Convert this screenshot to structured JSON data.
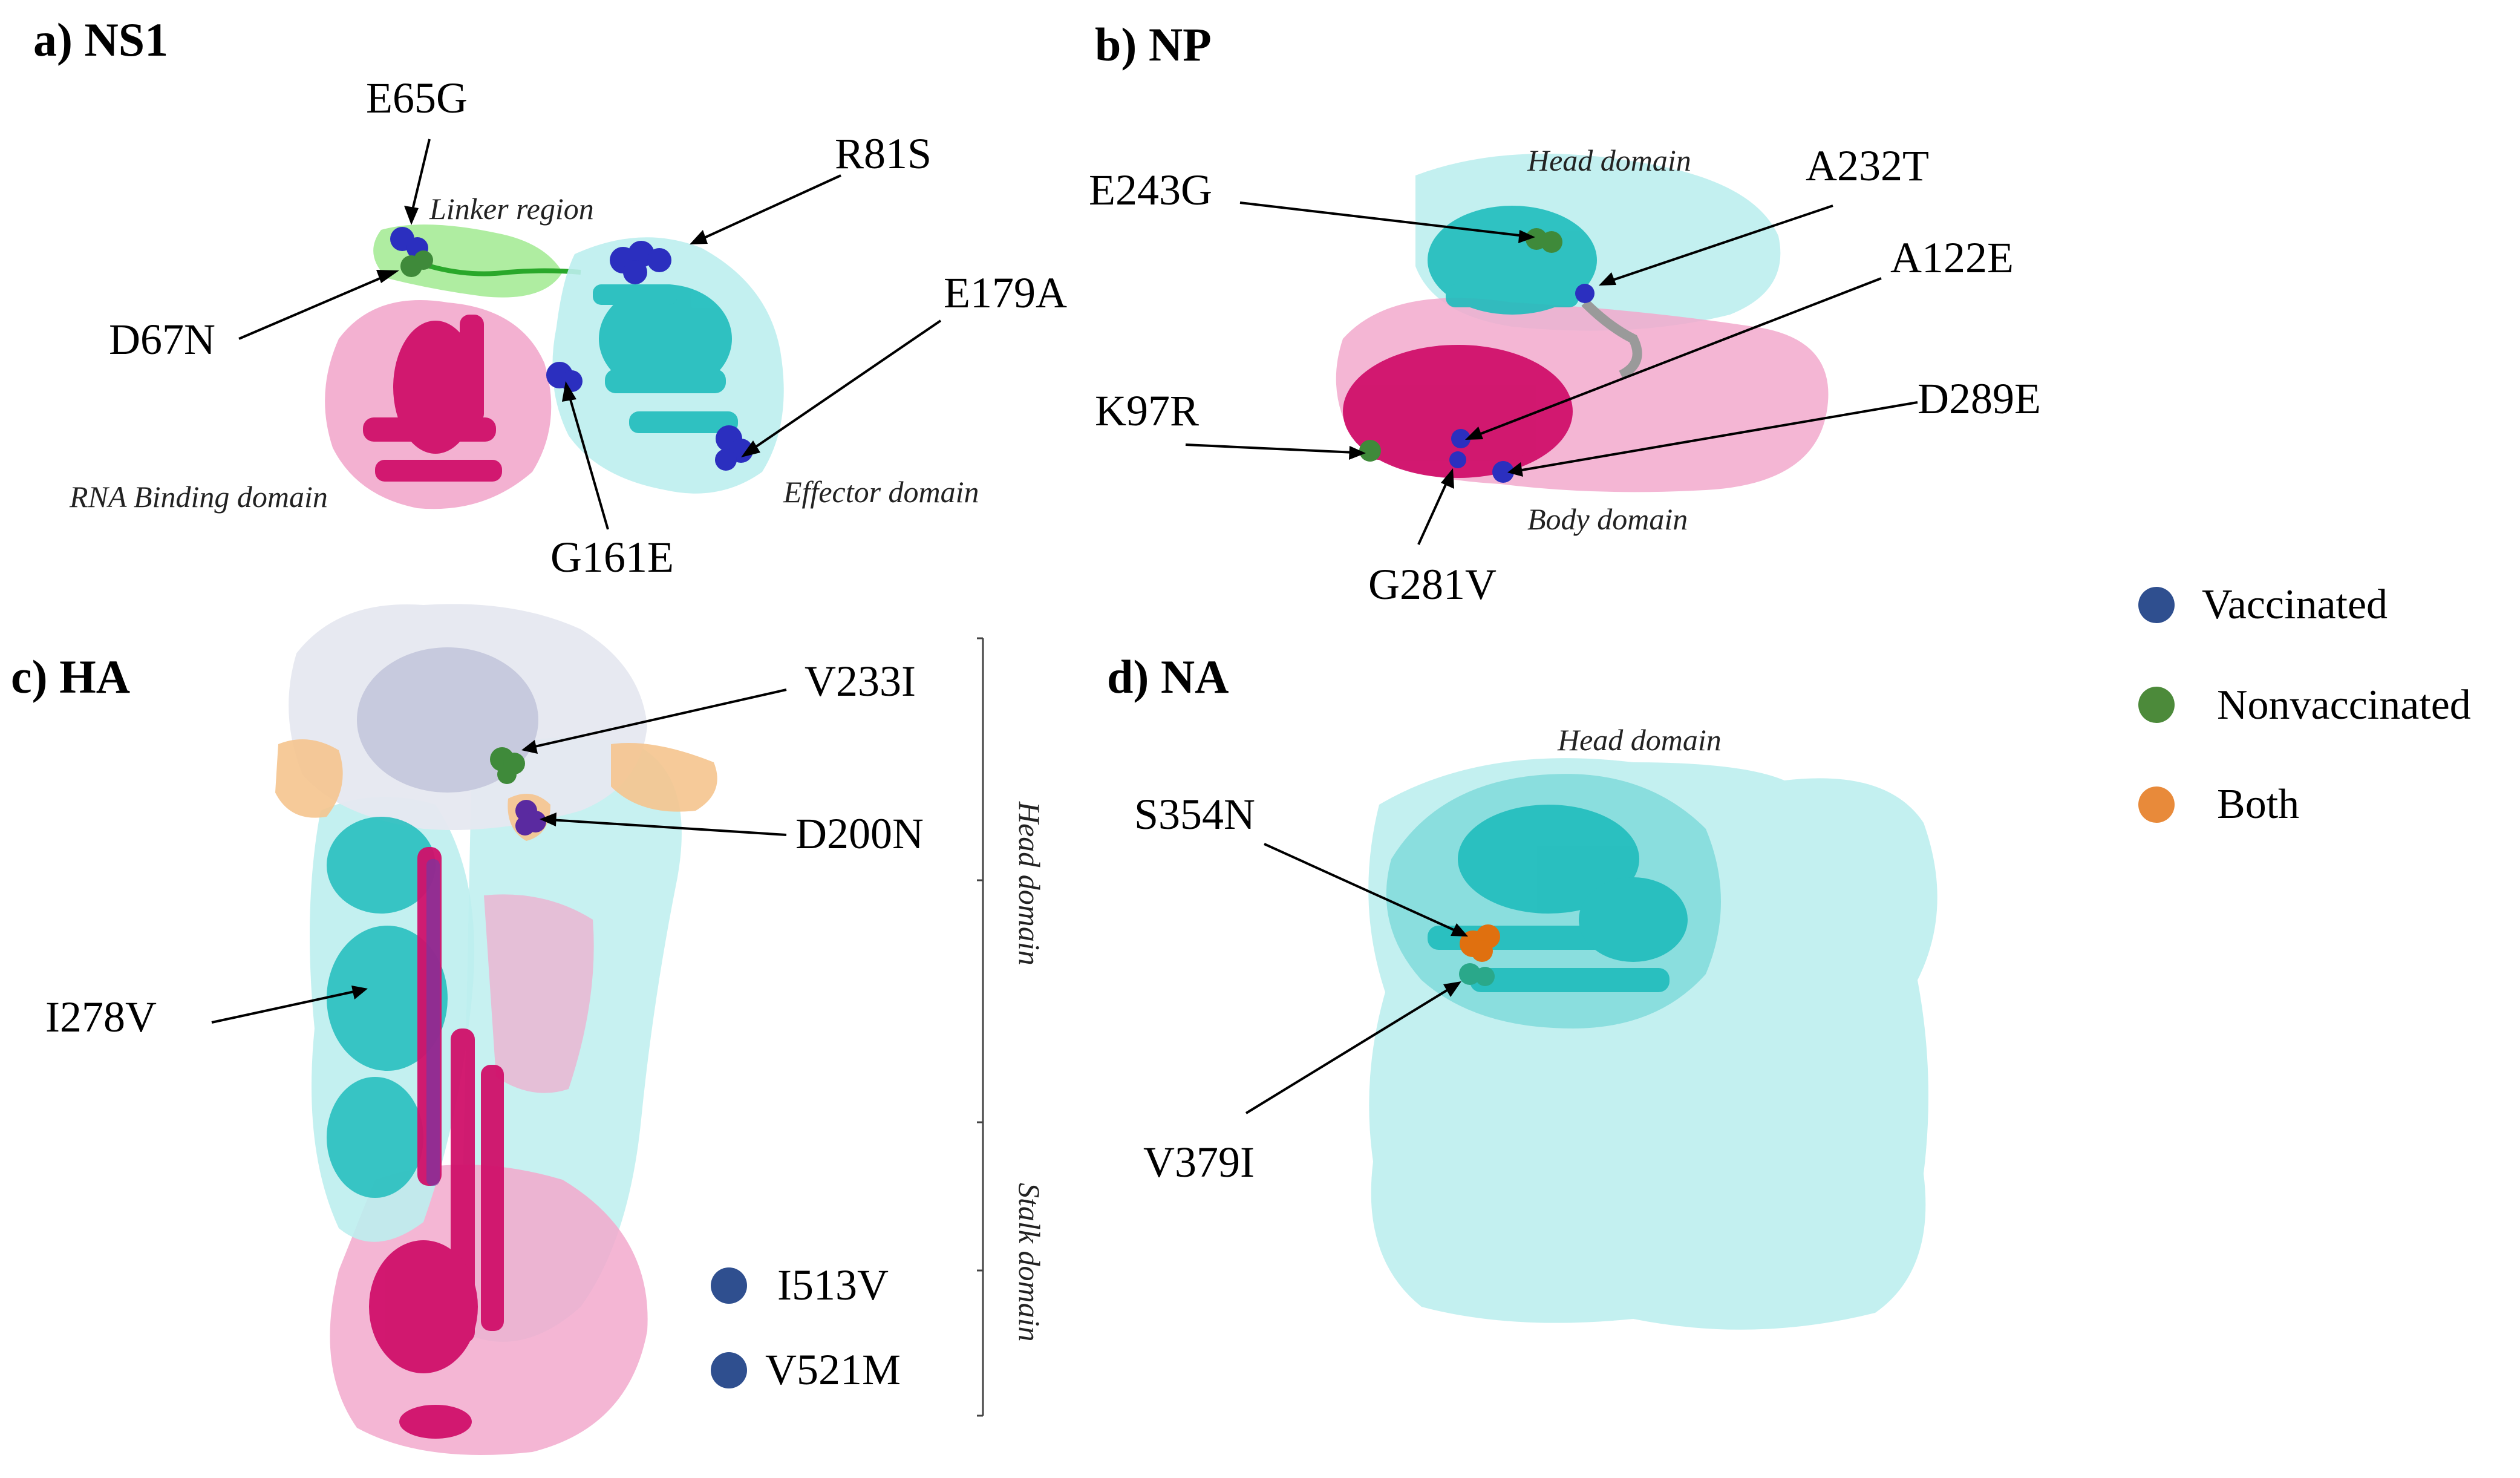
{
  "panels": {
    "ns1": {
      "title": "a) NS1",
      "regions": {
        "linker": "Linker region",
        "rna_binding": "RNA Binding domain",
        "effector": "Effector domain"
      },
      "mutations": {
        "e65g": "E65G",
        "d67n": "D67N",
        "r81s": "R81S",
        "e179a": "E179A",
        "g161e": "G161E"
      }
    },
    "np": {
      "title": "b) NP",
      "regions": {
        "head": "Head domain",
        "body": "Body domain"
      },
      "mutations": {
        "e243g": "E243G",
        "a232t": "A232T",
        "a122e": "A122E",
        "k97r": "K97R",
        "d289e": "D289E",
        "g281v": "G281V"
      }
    },
    "ha": {
      "title": "c) HA",
      "regions": {
        "head": "Head domain",
        "stalk": "Stalk domain"
      },
      "mutations": {
        "v233i": "V233I",
        "d200n": "D200N",
        "i278v": "I278V",
        "i513v": "I513V",
        "v521m": "V521M"
      }
    },
    "na": {
      "title": "d) NA",
      "regions": {
        "head": "Head domain"
      },
      "mutations": {
        "s354n": "S354N",
        "v379i": "V379I"
      }
    }
  },
  "legend": {
    "vaccinated": {
      "label": "Vaccinated",
      "color": "#2f4f8f"
    },
    "nonvaccinated": {
      "label": "Nonvaccinated",
      "color": "#4c8a3a"
    },
    "both": {
      "label": "Both",
      "color": "#e88a3a"
    }
  },
  "colors": {
    "cyan_surface": "#bdeeee",
    "cyan_cartoon": "#1fbcbc",
    "magenta_surface": "#f2a9cc",
    "magenta_cartoon": "#d0106a",
    "green_surface": "#9be88a",
    "white_surface": "#e6e8f0",
    "orange_surface": "#f5c48e",
    "grey_cartoon": "#9a9a9a"
  }
}
